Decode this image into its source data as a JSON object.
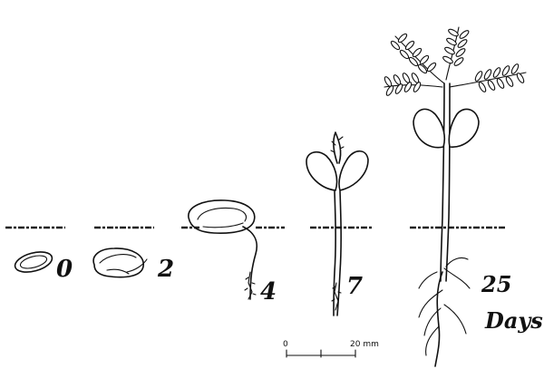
{
  "stages": [
    {
      "label": "0"
    },
    {
      "label": "2"
    },
    {
      "label": "4"
    },
    {
      "label": "7"
    },
    {
      "label": "25"
    }
  ],
  "unit_label": "Days",
  "scale_bar": {
    "start_label": "0",
    "end_label": "20 mm"
  }
}
